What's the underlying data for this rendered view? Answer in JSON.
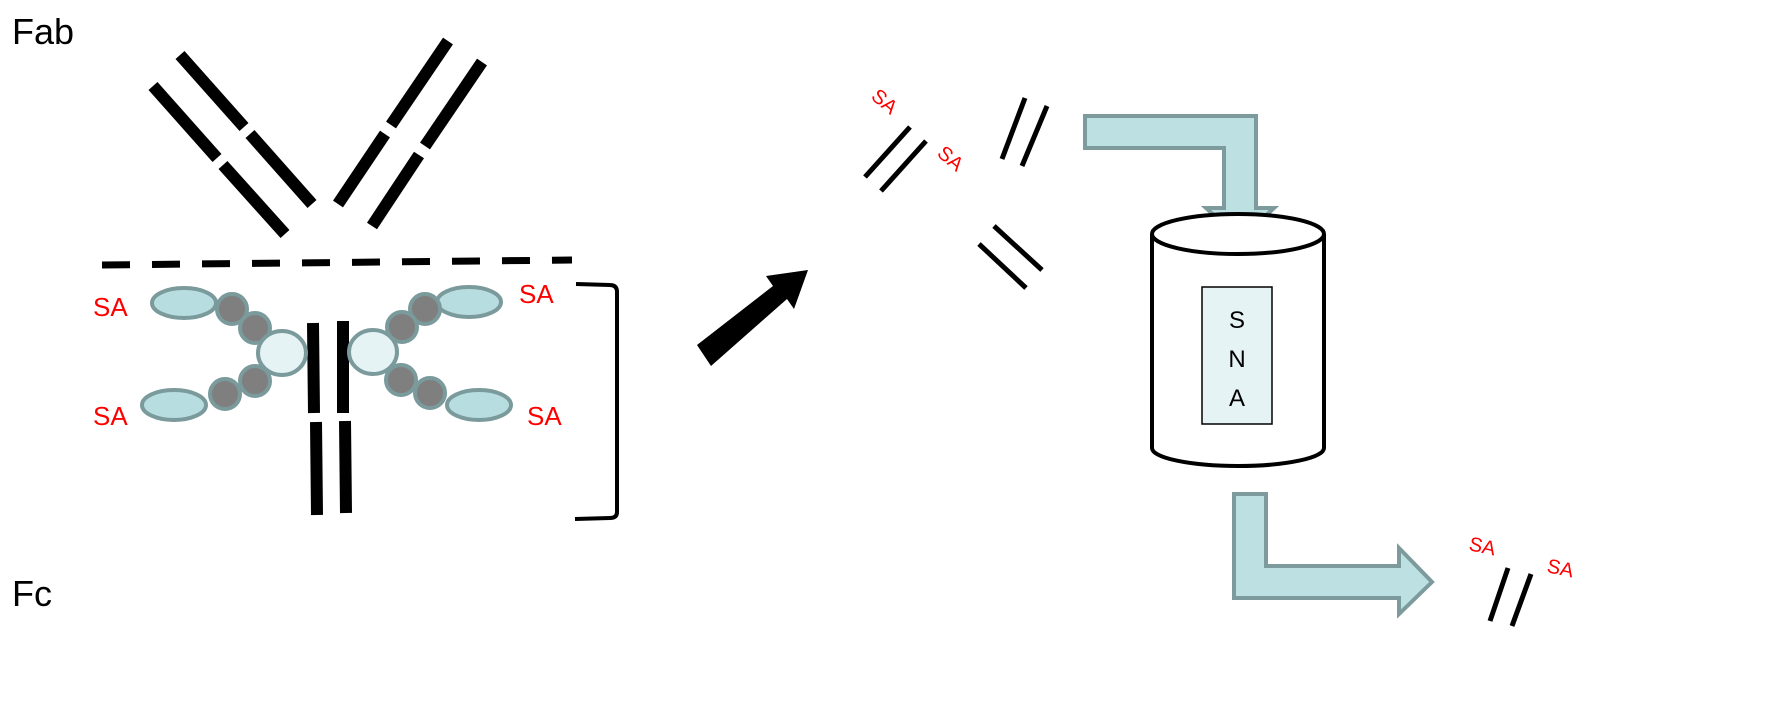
{
  "labels": {
    "fab": "Fab",
    "fc": "Fc",
    "column": [
      "S",
      "N",
      "A"
    ],
    "sialic_acid": "SA"
  },
  "colors": {
    "sa_text": "#ff0000",
    "glycan_fill": "#b8dde0",
    "glycan_stroke": "#7a9a9c",
    "arrow_fill": "#bde0e3",
    "arrow_stroke": "#7d9b9c",
    "gray_node": "#7f7f7f",
    "light_node": "#e6f3f4",
    "line": "#000000"
  }
}
